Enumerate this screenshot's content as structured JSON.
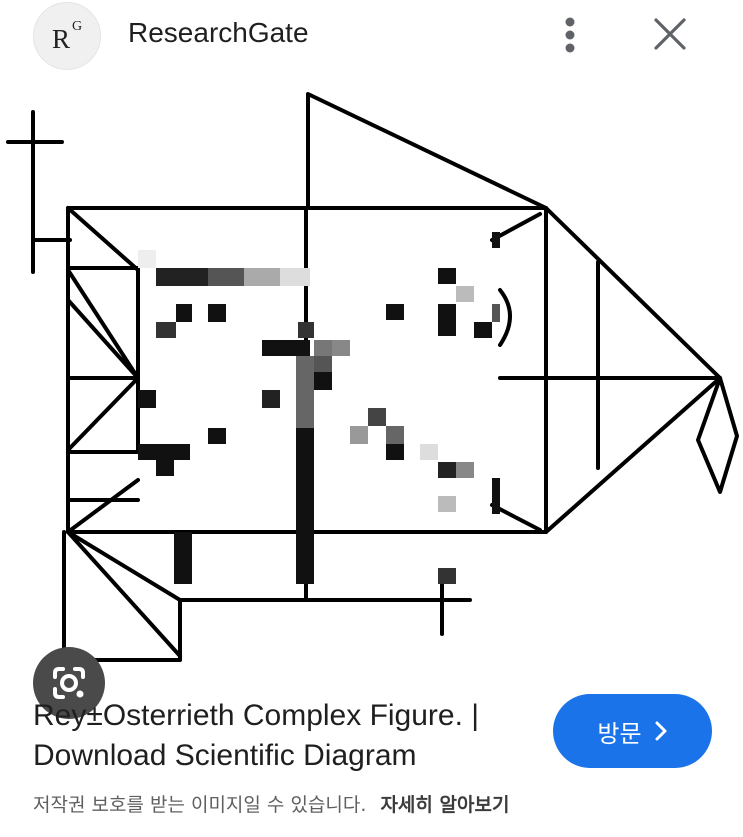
{
  "header": {
    "logo_main": "R",
    "logo_super": "G",
    "site_name": "ResearchGate"
  },
  "result": {
    "title_line1": "Rey±Osterrieth Complex Figure. |",
    "title_line2": "Download Scientific Diagram",
    "visit_label": "방문",
    "notice_text": "저작권 보호를 받는 이미지일 수 있습니다.",
    "notice_link": "자세히 알아보기"
  },
  "colors": {
    "accent": "#1a73e8",
    "lens_bg": "#4a4a4a"
  },
  "icons": {
    "more": "more-vert-icon",
    "close": "close-icon",
    "lens": "google-lens-icon",
    "visit": "chevron-right-icon"
  }
}
